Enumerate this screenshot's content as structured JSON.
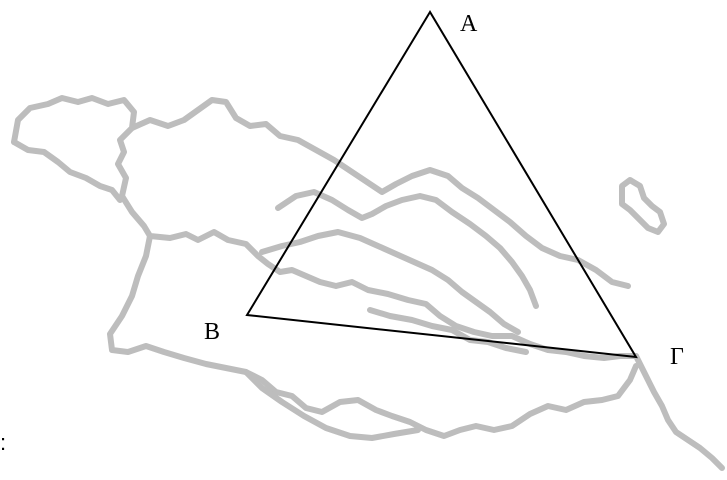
{
  "diagram": {
    "vertices": {
      "a": "A",
      "b": "B",
      "g": "Γ"
    },
    "stray_mark": ":",
    "colors": {
      "map_outline": "#bdbdbd",
      "triangle": "#000000",
      "background": "#ffffff"
    }
  }
}
